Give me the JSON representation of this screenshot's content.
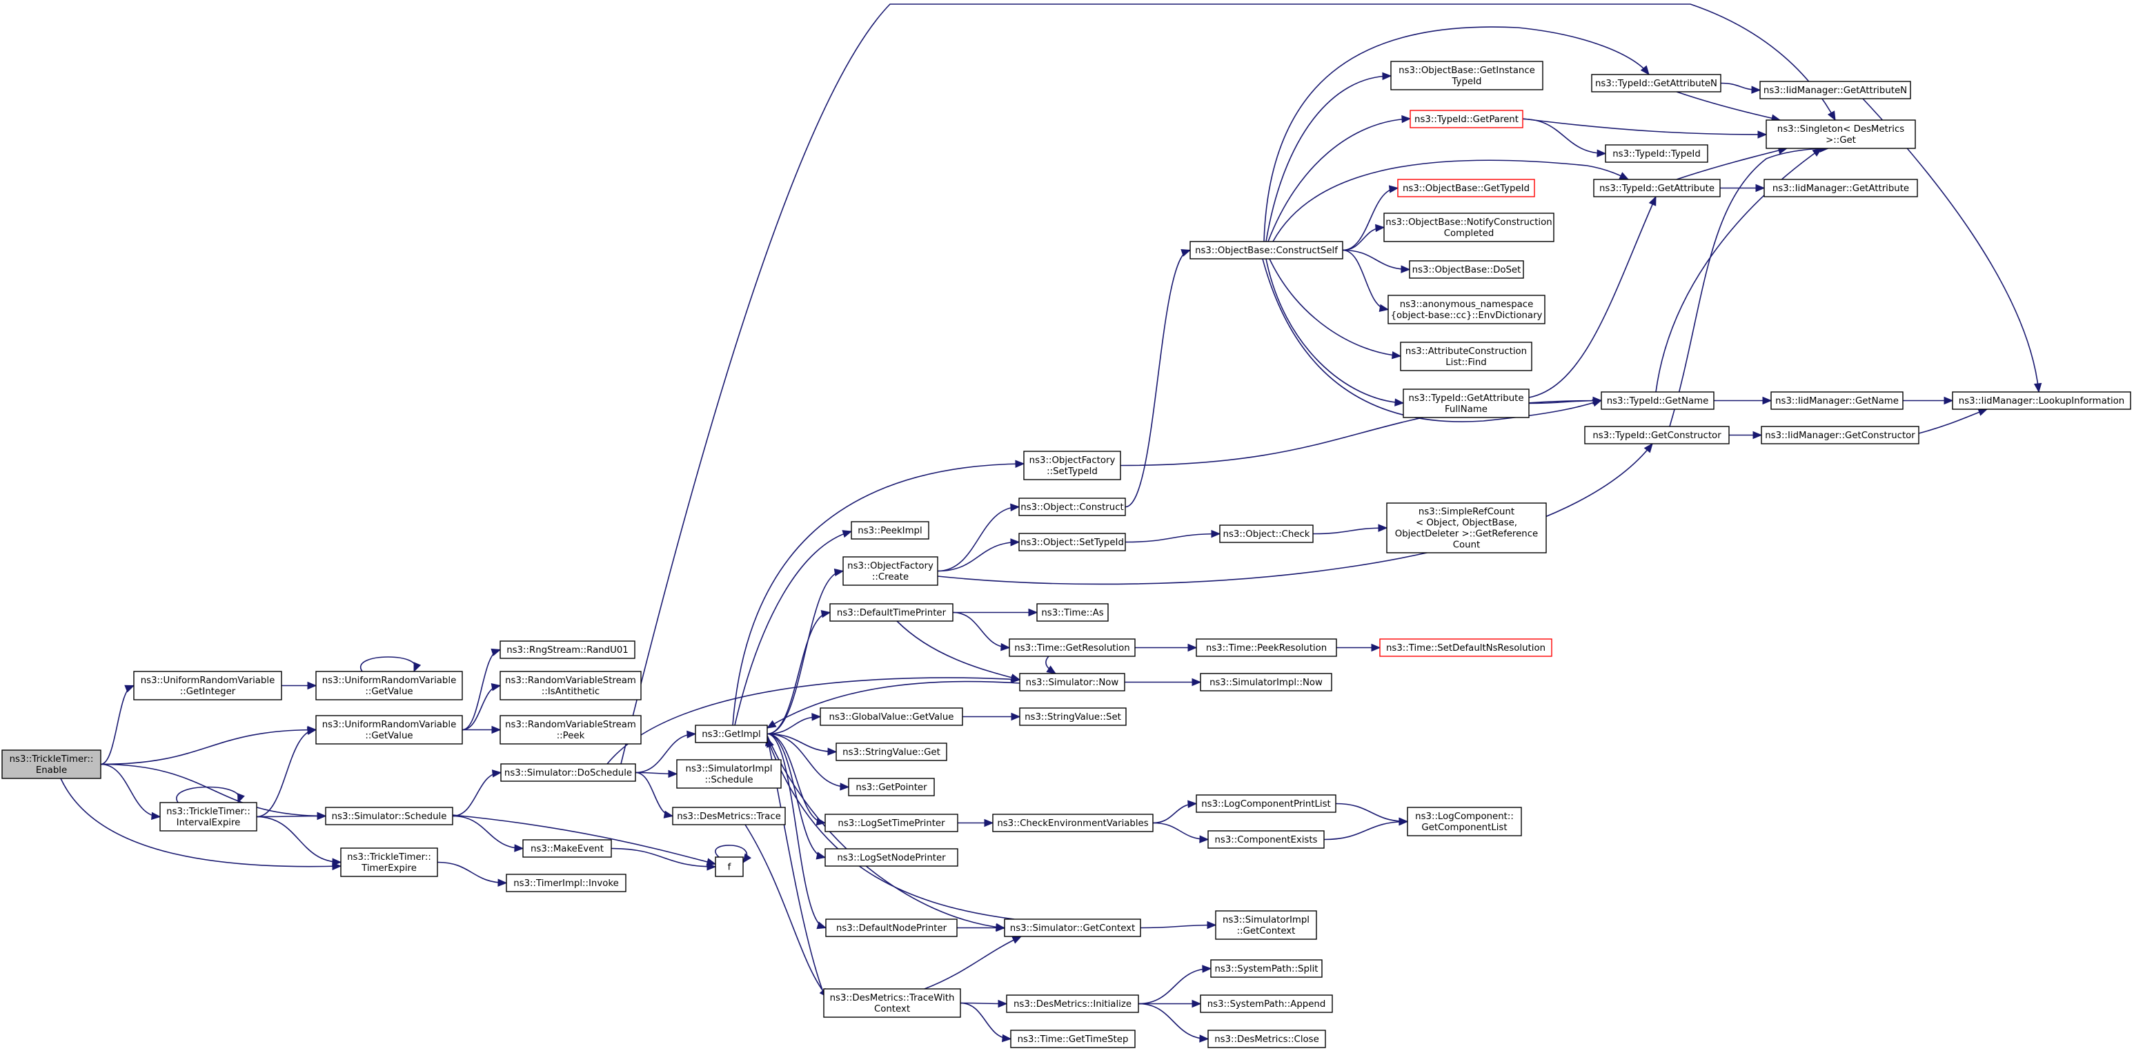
{
  "diagram": {
    "type": "call-graph",
    "nodes": [
      {
        "id": "trickle_enable",
        "label": [
          "ns3::TrickleTimer::",
          "Enable"
        ],
        "style": "focus"
      },
      {
        "id": "urv_getinteger",
        "label": [
          "ns3::UniformRandomVariable",
          "::GetInteger"
        ]
      },
      {
        "id": "urv_getvalue_a",
        "label": [
          "ns3::UniformRandomVariable",
          "::GetValue"
        ]
      },
      {
        "id": "urv_getvalue_b",
        "label": [
          "ns3::UniformRandomVariable",
          "::GetValue"
        ]
      },
      {
        "id": "trickle_intervalexpire",
        "label": [
          "ns3::TrickleTimer::",
          "IntervalExpire"
        ]
      },
      {
        "id": "sim_schedule",
        "label": [
          "ns3::Simulator::Schedule"
        ]
      },
      {
        "id": "trickle_timerexpire",
        "label": [
          "ns3::TrickleTimer::",
          "TimerExpire"
        ]
      },
      {
        "id": "rng_randu01",
        "label": [
          "ns3::RngStream::RandU01"
        ]
      },
      {
        "id": "rvs_isantithetic",
        "label": [
          "ns3::RandomVariableStream",
          "::IsAntithetic"
        ]
      },
      {
        "id": "rvs_peek",
        "label": [
          "ns3::RandomVariableStream",
          "::Peek"
        ]
      },
      {
        "id": "sim_doschedule",
        "label": [
          "ns3::Simulator::DoSchedule"
        ]
      },
      {
        "id": "makeevent",
        "label": [
          "ns3::MakeEvent"
        ]
      },
      {
        "id": "timerimpl_invoke",
        "label": [
          "ns3::TimerImpl::Invoke"
        ]
      },
      {
        "id": "f",
        "label": [
          "f"
        ]
      },
      {
        "id": "getimpl",
        "label": [
          "ns3::GetImpl"
        ]
      },
      {
        "id": "simimpl_schedule",
        "label": [
          "ns3::SimulatorImpl",
          "::Schedule"
        ]
      },
      {
        "id": "desmetrics_trace",
        "label": [
          "ns3::DesMetrics::Trace"
        ]
      },
      {
        "id": "of_settypeid",
        "label": [
          "ns3::ObjectFactory",
          "::SetTypeId"
        ]
      },
      {
        "id": "peekimpl",
        "label": [
          "ns3::PeekImpl"
        ]
      },
      {
        "id": "of_create",
        "label": [
          "ns3::ObjectFactory",
          "::Create"
        ]
      },
      {
        "id": "defaulttimeprinter",
        "label": [
          "ns3::DefaultTimePrinter"
        ]
      },
      {
        "id": "globalvalue_getvalue",
        "label": [
          "ns3::GlobalValue::GetValue"
        ]
      },
      {
        "id": "stringvalue_get",
        "label": [
          "ns3::StringValue::Get"
        ]
      },
      {
        "id": "getpointer",
        "label": [
          "ns3::GetPointer"
        ]
      },
      {
        "id": "logsettimeprinter",
        "label": [
          "ns3::LogSetTimePrinter"
        ]
      },
      {
        "id": "logsetnodeprinter",
        "label": [
          "ns3::LogSetNodePrinter"
        ]
      },
      {
        "id": "defaultnodeprinter",
        "label": [
          "ns3::DefaultNodePrinter"
        ]
      },
      {
        "id": "desmetrics_tracewithcontext",
        "label": [
          "ns3::DesMetrics::TraceWith",
          "Context"
        ]
      },
      {
        "id": "object_construct",
        "label": [
          "ns3::Object::Construct"
        ]
      },
      {
        "id": "object_settypeid",
        "label": [
          "ns3::Object::SetTypeId"
        ]
      },
      {
        "id": "time_as",
        "label": [
          "ns3::Time::As"
        ]
      },
      {
        "id": "time_getresolution",
        "label": [
          "ns3::Time::GetResolution"
        ]
      },
      {
        "id": "sim_now",
        "label": [
          "ns3::Simulator::Now"
        ]
      },
      {
        "id": "stringvalue_set",
        "label": [
          "ns3::StringValue::Set"
        ]
      },
      {
        "id": "checkenvvars",
        "label": [
          "ns3::CheckEnvironmentVariables"
        ]
      },
      {
        "id": "sim_getcontext",
        "label": [
          "ns3::Simulator::GetContext"
        ]
      },
      {
        "id": "desmetrics_initialize",
        "label": [
          "ns3::DesMetrics::Initialize"
        ]
      },
      {
        "id": "time_gettimestep",
        "label": [
          "ns3::Time::GetTimeStep"
        ]
      },
      {
        "id": "objectbase_constructself",
        "label": [
          "ns3::ObjectBase::ConstructSelf"
        ]
      },
      {
        "id": "object_check",
        "label": [
          "ns3::Object::Check"
        ]
      },
      {
        "id": "time_peekresolution",
        "label": [
          "ns3::Time::PeekResolution"
        ]
      },
      {
        "id": "simimpl_now",
        "label": [
          "ns3::SimulatorImpl::Now"
        ]
      },
      {
        "id": "logcomponentprintlist",
        "label": [
          "ns3::LogComponentPrintList"
        ]
      },
      {
        "id": "componentexists",
        "label": [
          "ns3::ComponentExists"
        ]
      },
      {
        "id": "simimpl_getcontext",
        "label": [
          "ns3::SimulatorImpl",
          "::GetContext"
        ]
      },
      {
        "id": "systempath_split",
        "label": [
          "ns3::SystemPath::Split"
        ]
      },
      {
        "id": "systempath_append",
        "label": [
          "ns3::SystemPath::Append"
        ]
      },
      {
        "id": "desmetrics_close",
        "label": [
          "ns3::DesMetrics::Close"
        ]
      },
      {
        "id": "objectbase_getinstancetypeid",
        "label": [
          "ns3::ObjectBase::GetInstance",
          "TypeId"
        ]
      },
      {
        "id": "typeid_getparent",
        "label": [
          "ns3::TypeId::GetParent"
        ],
        "style": "missing"
      },
      {
        "id": "objectbase_gettypeid",
        "label": [
          "ns3::ObjectBase::GetTypeId"
        ],
        "style": "missing"
      },
      {
        "id": "objectbase_notifyconstruction",
        "label": [
          "ns3::ObjectBase::NotifyConstruction",
          "Completed"
        ]
      },
      {
        "id": "objectbase_doset",
        "label": [
          "ns3::ObjectBase::DoSet"
        ]
      },
      {
        "id": "envdictionary",
        "label": [
          "ns3::anonymous_namespace",
          "{object-base::cc}::EnvDictionary"
        ]
      },
      {
        "id": "attributeconstructionlist_find",
        "label": [
          "ns3::AttributeConstruction",
          "List::Find"
        ]
      },
      {
        "id": "typeid_getattributefullname",
        "label": [
          "ns3::TypeId::GetAttribute",
          "FullName"
        ]
      },
      {
        "id": "simplerefcount",
        "label": [
          "ns3::SimpleRefCount",
          "< Object, ObjectBase,",
          "ObjectDeleter >::GetReference",
          "Count"
        ]
      },
      {
        "id": "time_setdefaultnsresolution",
        "label": [
          "ns3::Time::SetDefaultNsResolution"
        ],
        "style": "missing"
      },
      {
        "id": "logcomponent_getcomponentlist",
        "label": [
          "ns3::LogComponent::",
          "GetComponentList"
        ]
      },
      {
        "id": "typeid_getattributen",
        "label": [
          "ns3::TypeId::GetAttributeN"
        ]
      },
      {
        "id": "typeid_typeid",
        "label": [
          "ns3::TypeId::TypeId"
        ]
      },
      {
        "id": "typeid_getattribute",
        "label": [
          "ns3::TypeId::GetAttribute"
        ]
      },
      {
        "id": "typeid_getname",
        "label": [
          "ns3::TypeId::GetName"
        ]
      },
      {
        "id": "typeid_getconstructor",
        "label": [
          "ns3::TypeId::GetConstructor"
        ]
      },
      {
        "id": "singleton_desmetrics_get",
        "label": [
          "ns3::Singleton< DesMetrics",
          ">::Get"
        ]
      },
      {
        "id": "iidmanager_getattributen",
        "label": [
          "ns3::IidManager::GetAttributeN"
        ]
      },
      {
        "id": "iidmanager_getattribute",
        "label": [
          "ns3::IidManager::GetAttribute"
        ]
      },
      {
        "id": "iidmanager_getname",
        "label": [
          "ns3::IidManager::GetName"
        ]
      },
      {
        "id": "iidmanager_getconstructor",
        "label": [
          "ns3::IidManager::GetConstructor"
        ]
      },
      {
        "id": "iidmanager_lookupinformation",
        "label": [
          "ns3::IidManager::LookupInformation"
        ]
      }
    ],
    "edges": [
      {
        "from": "trickle_enable",
        "to": "urv_getinteger"
      },
      {
        "from": "trickle_enable",
        "to": "urv_getvalue_b"
      },
      {
        "from": "trickle_enable",
        "to": "trickle_intervalexpire"
      },
      {
        "from": "trickle_enable",
        "to": "sim_schedule"
      },
      {
        "from": "trickle_enable",
        "to": "trickle_timerexpire"
      },
      {
        "from": "urv_getinteger",
        "to": "urv_getvalue_a"
      },
      {
        "from": "urv_getvalue_a",
        "to": "urv_getvalue_a"
      },
      {
        "from": "urv_getvalue_b",
        "to": "rng_randu01"
      },
      {
        "from": "urv_getvalue_b",
        "to": "rvs_isantithetic"
      },
      {
        "from": "urv_getvalue_b",
        "to": "rvs_peek"
      },
      {
        "from": "trickle_intervalexpire",
        "to": "trickle_intervalexpire"
      },
      {
        "from": "trickle_intervalexpire",
        "to": "urv_getvalue_b"
      },
      {
        "from": "trickle_intervalexpire",
        "to": "sim_schedule"
      },
      {
        "from": "trickle_intervalexpire",
        "to": "trickle_timerexpire"
      },
      {
        "from": "sim_schedule",
        "to": "sim_doschedule"
      },
      {
        "from": "sim_schedule",
        "to": "makeevent"
      },
      {
        "from": "sim_schedule",
        "to": "f"
      },
      {
        "from": "makeevent",
        "to": "f"
      },
      {
        "from": "f",
        "to": "f"
      },
      {
        "from": "trickle_timerexpire",
        "to": "timerimpl_invoke"
      },
      {
        "from": "sim_doschedule",
        "to": "getimpl"
      },
      {
        "from": "sim_doschedule",
        "to": "simimpl_schedule"
      },
      {
        "from": "sim_doschedule",
        "to": "desmetrics_trace"
      },
      {
        "from": "sim_doschedule",
        "to": "sim_now"
      },
      {
        "from": "sim_doschedule",
        "to": "singleton_desmetrics_get"
      },
      {
        "from": "getimpl",
        "to": "of_settypeid"
      },
      {
        "from": "getimpl",
        "to": "peekimpl"
      },
      {
        "from": "getimpl",
        "to": "of_create"
      },
      {
        "from": "getimpl",
        "to": "defaulttimeprinter"
      },
      {
        "from": "getimpl",
        "to": "globalvalue_getvalue"
      },
      {
        "from": "getimpl",
        "to": "stringvalue_get"
      },
      {
        "from": "getimpl",
        "to": "getpointer"
      },
      {
        "from": "getimpl",
        "to": "logsettimeprinter"
      },
      {
        "from": "getimpl",
        "to": "logsetnodeprinter"
      },
      {
        "from": "getimpl",
        "to": "defaultnodeprinter"
      },
      {
        "from": "getimpl",
        "to": "sim_getcontext"
      },
      {
        "from": "desmetrics_trace",
        "to": "desmetrics_tracewithcontext"
      },
      {
        "from": "desmetrics_tracewithcontext",
        "to": "desmetrics_initialize"
      },
      {
        "from": "desmetrics_tracewithcontext",
        "to": "time_gettimestep"
      },
      {
        "from": "desmetrics_tracewithcontext",
        "to": "sim_getcontext"
      },
      {
        "from": "desmetrics_tracewithcontext",
        "to": "getimpl"
      },
      {
        "from": "desmetrics_initialize",
        "to": "systempath_split"
      },
      {
        "from": "desmetrics_initialize",
        "to": "systempath_append"
      },
      {
        "from": "desmetrics_initialize",
        "to": "desmetrics_close"
      },
      {
        "from": "defaultnodeprinter",
        "to": "sim_getcontext"
      },
      {
        "from": "sim_getcontext",
        "to": "simimpl_getcontext"
      },
      {
        "from": "sim_getcontext",
        "to": "getimpl"
      },
      {
        "from": "logsettimeprinter",
        "to": "checkenvvars"
      },
      {
        "from": "checkenvvars",
        "to": "logcomponentprintlist"
      },
      {
        "from": "checkenvvars",
        "to": "componentexists"
      },
      {
        "from": "logcomponentprintlist",
        "to": "logcomponent_getcomponentlist"
      },
      {
        "from": "componentexists",
        "to": "logcomponent_getcomponentlist"
      },
      {
        "from": "globalvalue_getvalue",
        "to": "stringvalue_set"
      },
      {
        "from": "defaulttimeprinter",
        "to": "time_as"
      },
      {
        "from": "defaulttimeprinter",
        "to": "time_getresolution"
      },
      {
        "from": "defaulttimeprinter",
        "to": "sim_now"
      },
      {
        "from": "time_getresolution",
        "to": "time_peekresolution"
      },
      {
        "from": "time_getresolution",
        "to": "sim_now"
      },
      {
        "from": "time_peekresolution",
        "to": "time_setdefaultnsresolution"
      },
      {
        "from": "sim_now",
        "to": "simimpl_now"
      },
      {
        "from": "sim_now",
        "to": "getimpl"
      },
      {
        "from": "of_create",
        "to": "object_construct"
      },
      {
        "from": "of_create",
        "to": "object_settypeid"
      },
      {
        "from": "of_create",
        "to": "typeid_getconstructor"
      },
      {
        "from": "object_settypeid",
        "to": "object_check"
      },
      {
        "from": "object_check",
        "to": "simplerefcount"
      },
      {
        "from": "object_construct",
        "to": "objectbase_constructself"
      },
      {
        "from": "of_settypeid",
        "to": "typeid_getname"
      },
      {
        "from": "objectbase_constructself",
        "to": "objectbase_getinstancetypeid"
      },
      {
        "from": "objectbase_constructself",
        "to": "typeid_getparent"
      },
      {
        "from": "objectbase_constructself",
        "to": "objectbase_gettypeid"
      },
      {
        "from": "objectbase_constructself",
        "to": "objectbase_notifyconstruction"
      },
      {
        "from": "objectbase_constructself",
        "to": "objectbase_doset"
      },
      {
        "from": "objectbase_constructself",
        "to": "envdictionary"
      },
      {
        "from": "objectbase_constructself",
        "to": "attributeconstructionlist_find"
      },
      {
        "from": "objectbase_constructself",
        "to": "typeid_getattributefullname"
      },
      {
        "from": "objectbase_constructself",
        "to": "typeid_getattributen"
      },
      {
        "from": "objectbase_constructself",
        "to": "typeid_getattribute"
      },
      {
        "from": "objectbase_constructself",
        "to": "typeid_getname"
      },
      {
        "from": "typeid_getattributefullname",
        "to": "typeid_getattribute"
      },
      {
        "from": "typeid_getattributefullname",
        "to": "typeid_getname"
      },
      {
        "from": "typeid_getparent",
        "to": "typeid_typeid"
      },
      {
        "from": "typeid_getparent",
        "to": "singleton_desmetrics_get"
      },
      {
        "from": "typeid_getattributen",
        "to": "singleton_desmetrics_get"
      },
      {
        "from": "typeid_getattributen",
        "to": "iidmanager_getattributen"
      },
      {
        "from": "typeid_getattribute",
        "to": "singleton_desmetrics_get"
      },
      {
        "from": "typeid_getattribute",
        "to": "iidmanager_getattribute"
      },
      {
        "from": "typeid_getname",
        "to": "singleton_desmetrics_get"
      },
      {
        "from": "typeid_getname",
        "to": "iidmanager_getname"
      },
      {
        "from": "typeid_getconstructor",
        "to": "singleton_desmetrics_get"
      },
      {
        "from": "typeid_getconstructor",
        "to": "iidmanager_getconstructor"
      },
      {
        "from": "iidmanager_getattributen",
        "to": "iidmanager_lookupinformation"
      },
      {
        "from": "iidmanager_getname",
        "to": "iidmanager_lookupinformation"
      },
      {
        "from": "iidmanager_getconstructor",
        "to": "iidmanager_lookupinformation"
      }
    ]
  },
  "colors": {
    "edge": "#191970",
    "node_border": "#000000",
    "node_fill": "#ffffff",
    "focus_fill": "#bfbfbf",
    "missing_border": "#ff0000",
    "background": "#ffffff"
  }
}
